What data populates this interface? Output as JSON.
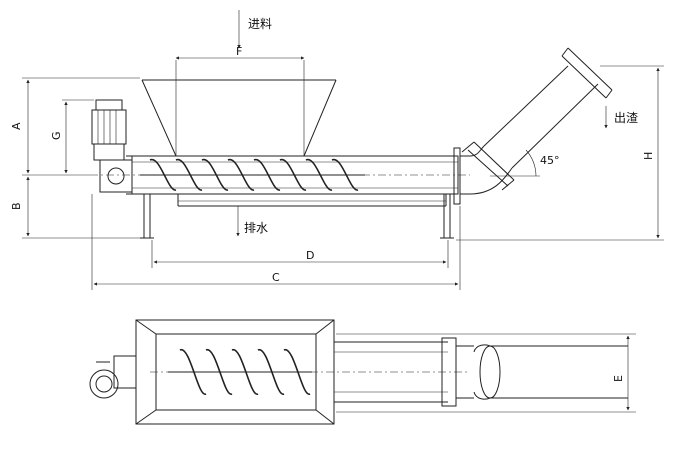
{
  "labels": {
    "feed_in": "进料",
    "slag_out": "出渣",
    "drain": "排水",
    "angle": "45°",
    "dim_A": "A",
    "dim_B": "B",
    "dim_C": "C",
    "dim_D": "D",
    "dim_E": "E",
    "dim_F": "F",
    "dim_G": "G",
    "dim_H": "H"
  },
  "colors": {
    "line": "#222222",
    "background": "#ffffff"
  }
}
